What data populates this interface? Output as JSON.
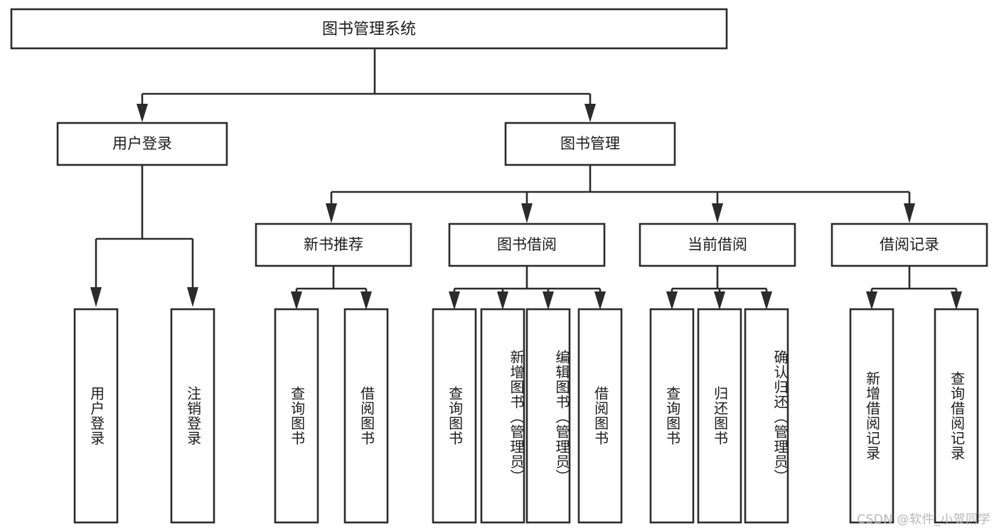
{
  "diagram": {
    "title": "图书管理系统",
    "type": "tree",
    "orientation": "top-down",
    "root": {
      "id": "root",
      "label": "图书管理系统",
      "orientation": "horizontal"
    },
    "level1": [
      {
        "id": "user-login",
        "label": "用户登录",
        "orientation": "horizontal"
      },
      {
        "id": "book-management",
        "label": "图书管理",
        "orientation": "horizontal"
      }
    ],
    "level2": [
      {
        "id": "new-book-recommend",
        "label": "新书推荐",
        "parent": "book-management",
        "orientation": "horizontal"
      },
      {
        "id": "book-borrow",
        "label": "图书借阅",
        "parent": "book-management",
        "orientation": "horizontal"
      },
      {
        "id": "current-borrow",
        "label": "当前借阅",
        "parent": "book-management",
        "orientation": "horizontal"
      },
      {
        "id": "borrow-record",
        "label": "借阅记录",
        "parent": "book-management",
        "orientation": "horizontal"
      }
    ],
    "leaves": [
      {
        "id": "leaf-user-login",
        "label": "用户登录",
        "parent": "user-login",
        "orientation": "vertical"
      },
      {
        "id": "leaf-logout",
        "label": "注销登录",
        "parent": "user-login",
        "orientation": "vertical"
      },
      {
        "id": "leaf-query-book-1",
        "label": "查询图书",
        "parent": "new-book-recommend",
        "orientation": "vertical"
      },
      {
        "id": "leaf-borrow-book-1",
        "label": "借阅图书",
        "parent": "new-book-recommend",
        "orientation": "vertical"
      },
      {
        "id": "leaf-query-book-2",
        "label": "查询图书",
        "parent": "book-borrow",
        "orientation": "vertical"
      },
      {
        "id": "leaf-add-book",
        "label": "新增图书（管理员）",
        "parent": "book-borrow",
        "orientation": "vertical"
      },
      {
        "id": "leaf-edit-book",
        "label": "编辑图书（管理员）",
        "parent": "book-borrow",
        "orientation": "vertical"
      },
      {
        "id": "leaf-borrow-book-2",
        "label": "借阅图书",
        "parent": "book-borrow",
        "orientation": "vertical"
      },
      {
        "id": "leaf-query-book-3",
        "label": "查询图书",
        "parent": "current-borrow",
        "orientation": "vertical"
      },
      {
        "id": "leaf-return-book",
        "label": "归还图书",
        "parent": "current-borrow",
        "orientation": "vertical"
      },
      {
        "id": "leaf-confirm-return",
        "label": "确认归还（管理员）",
        "parent": "current-borrow",
        "orientation": "vertical"
      },
      {
        "id": "leaf-add-record",
        "label": "新增借阅记录",
        "parent": "borrow-record",
        "orientation": "vertical"
      },
      {
        "id": "leaf-query-record",
        "label": "查询借阅记录",
        "parent": "borrow-record",
        "orientation": "vertical"
      }
    ],
    "colors": {
      "node_stroke": "#2b2b2b",
      "node_fill": "#ffffff",
      "connector": "#2b2b2b",
      "text": "#1b1b1b",
      "background": "#ffffff",
      "watermark": "#b6b6b6"
    }
  },
  "watermark": {
    "text": "CSDN @软件_小贺同学"
  }
}
